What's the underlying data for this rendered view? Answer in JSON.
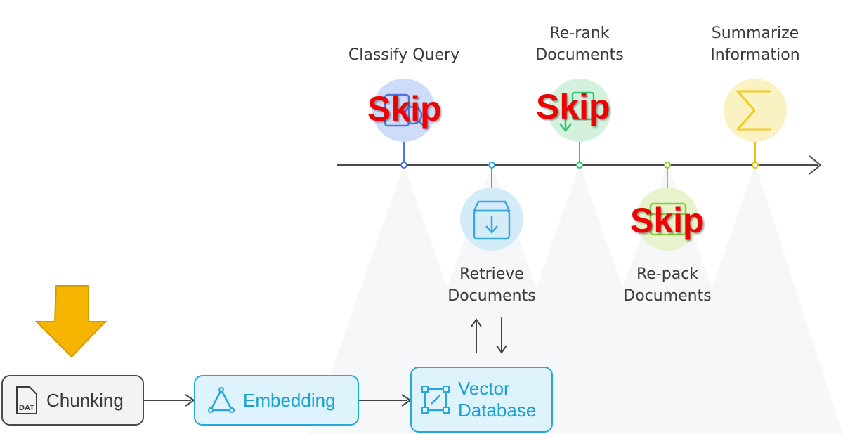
{
  "steps": {
    "classify": {
      "label": "Classify Query",
      "color": "#4a78e0",
      "skipped": true
    },
    "retrieve": {
      "label_line1": "Retrieve",
      "label_line2": "Documents",
      "color": "#3aa6dc",
      "skipped": false
    },
    "rerank": {
      "label_line1": "Re-rank",
      "label_line2": "Documents",
      "color": "#35c46e",
      "skipped": true
    },
    "repack": {
      "label_line1": "Re-pack",
      "label_line2": "Documents",
      "color": "#8ccc3c",
      "skipped": true
    },
    "summarize": {
      "label_line1": "Summarize",
      "label_line2": "Information",
      "color": "#f2cc1c",
      "skipped": false
    }
  },
  "skip_text": "Skip",
  "pipeline": {
    "chunking": {
      "label": "Chunking",
      "icon_text": "DAT"
    },
    "embedding": {
      "label": "Embedding"
    },
    "vector_db": {
      "label_line1": "Vector",
      "label_line2": "Database"
    }
  },
  "colors": {
    "accent_box": "#26a8d8",
    "box_fill": "#def3fb",
    "arrow": "#f5b400",
    "timeline": "#4a4a4a"
  },
  "icons": [
    "document-search-icon",
    "box-download-icon",
    "sort-down-icon",
    "package-icon",
    "sigma-icon",
    "file-dat-icon",
    "triangle-nodes-icon",
    "vector-square-icon"
  ]
}
